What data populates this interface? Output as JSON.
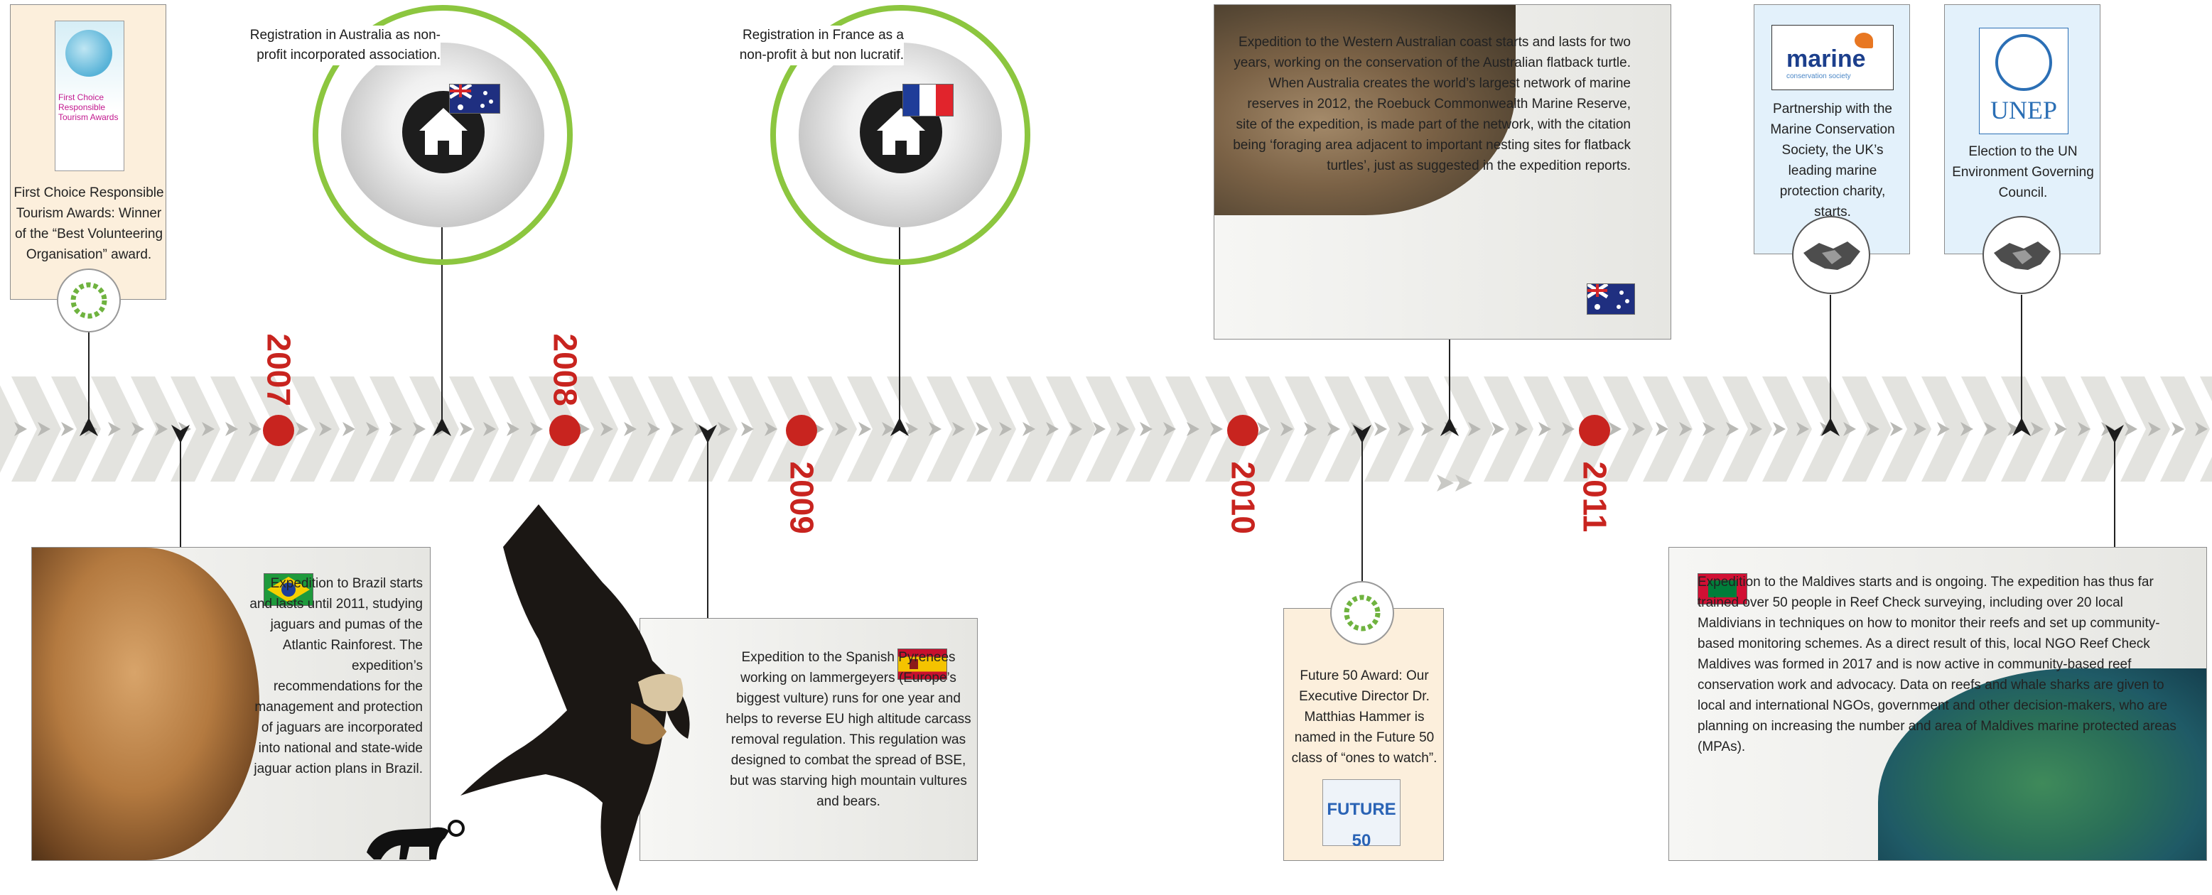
{
  "years": {
    "y2007": "2007",
    "y2008": "2008",
    "y2009": "2009",
    "y2010": "2010",
    "y2011": "2011"
  },
  "events": {
    "first_choice_award": "First Choice Responsible Tourism Awards: Winner of the “Best Volunteering Organisation” award.",
    "first_choice_logo": "First Choice Responsible Tourism Awards",
    "australia_registration": "Registration in Australia as non-profit incorporated association.",
    "france_registration": "Registration in France as a non-profit à but non lucratif.",
    "brazil_expedition": "Expedition to Brazil starts and lasts until 2011, studying jaguars and pumas of the Atlantic Rainforest. The expedition’s recommendations for the management and protection of jaguars are incorporated into national and state-wide jaguar action plans in Brazil.",
    "pyrenees_expedition": "Expedition to the Spanish Pyrenees working on lammergeyers (Europe’s biggest vulture) runs for one year and helps to reverse EU high altitude carcass removal regulation. This regulation was designed to combat the spread of BSE, but was starving high mountain vultures and bears.",
    "australia_expedition": "Expedition to the Western Australian coast starts and lasts for two years, working on the conservation of the Australian flatback turtle. When Australia creates the world’s largest network of marine reserves in 2012, the Roebuck Commonwealth Marine Reserve, site of the expedition, is made part of the network, with the citation being ‘foraging area adjacent to important nesting sites for flatback turtles’, just as suggested in the expedition reports.",
    "future50_award": "Future 50 Award: Our Executive Director Dr. Matthias Hammer is named in the Future 50 class of “ones to watch”.",
    "future50_logo": "FUTURE 50",
    "mcs_partnership": "Partnership with the Marine Conservation Society, the UK’s leading marine protection charity, starts.",
    "mcs_logo_main": "marine",
    "mcs_logo_sub": "conservation society",
    "unep_election": "Election to the UN Environment Governing Council.",
    "unep_logo": "UNEP",
    "maldives_expedition": "Expedition to the Maldives starts and is ongoing. The expedition has thus far trained over 50 people in Reef Check surveying, including over 20 local Maldivians in techniques on how to monitor their reefs and set up community-based monitoring schemes. As a direct result of this, local NGO Reef Check Maldives was formed in 2017 and is now active in community-based reef conservation work and advocacy. Data on reefs and whale sharks are given to local and international NGOs, government and other decision-makers, who are planning on increasing the number and area of Maldives marine protected areas (MPAs)."
  },
  "colors": {
    "accent_red": "#c8241f",
    "ring_green": "#8cc63f",
    "band_grey": "#e3e3df"
  }
}
